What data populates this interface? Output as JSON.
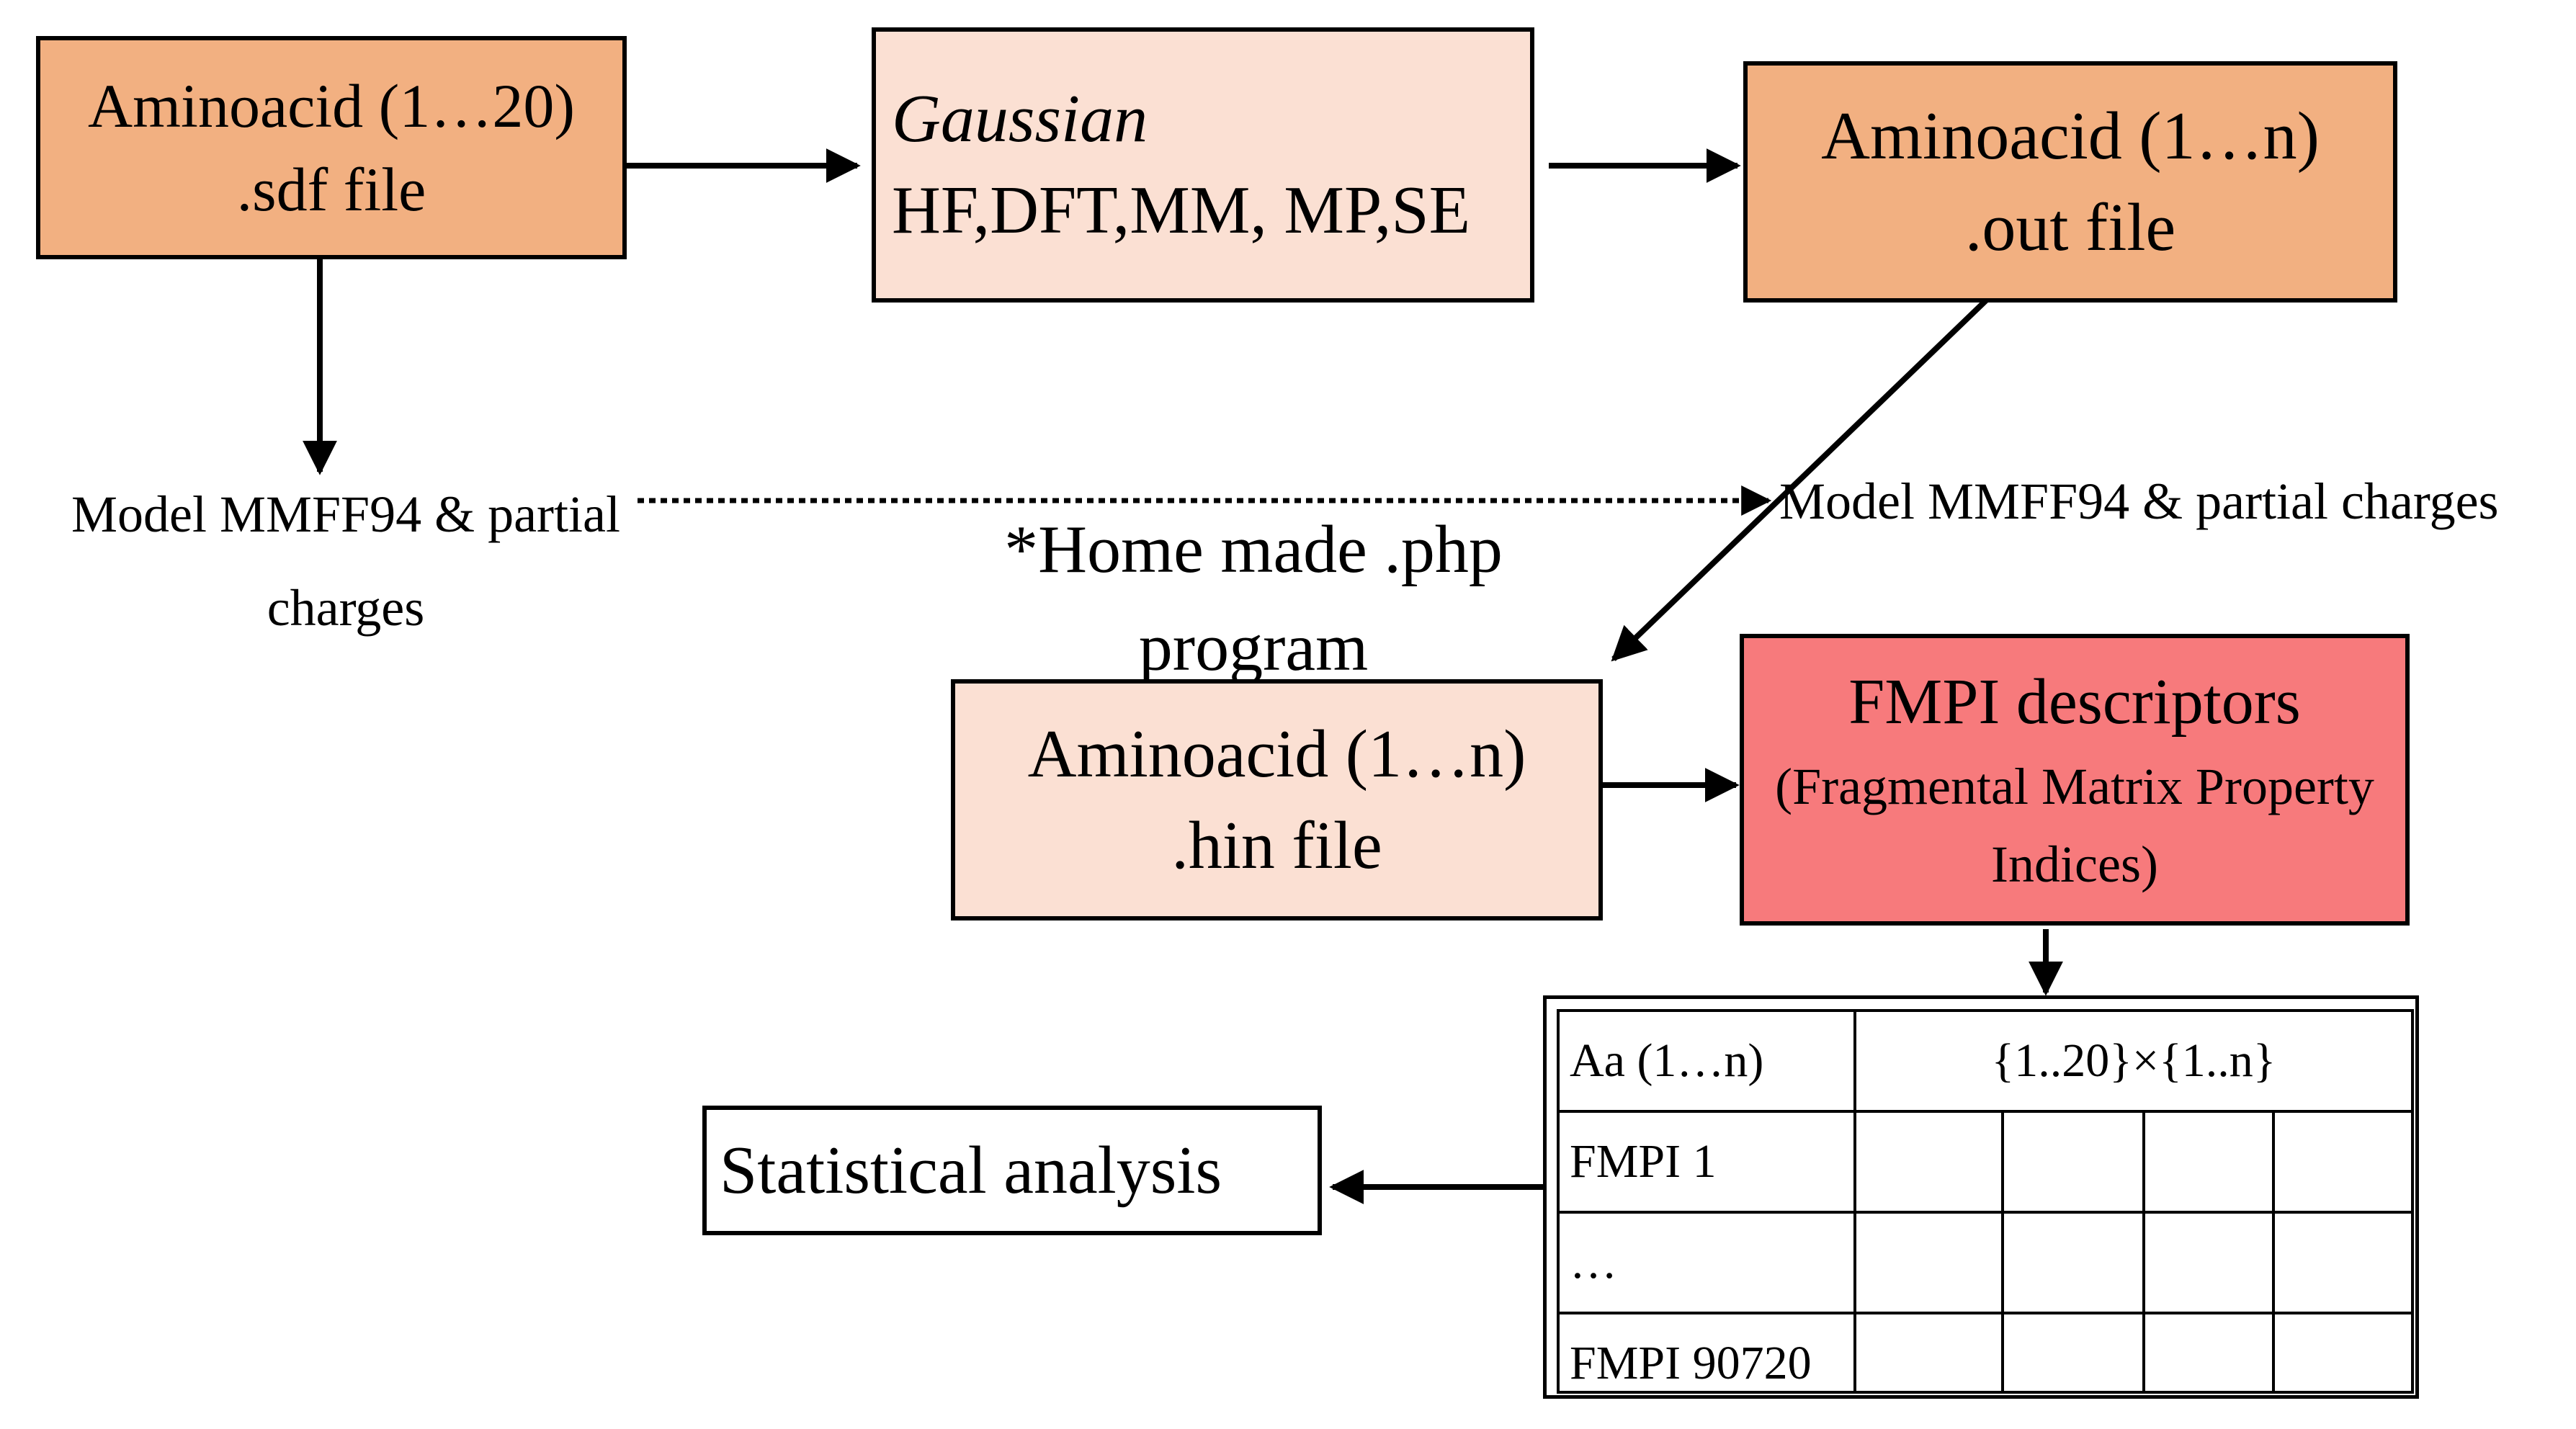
{
  "colors": {
    "input_box": "#f2b081",
    "method_box": "#fbe0d3",
    "output_box": "#f2b081",
    "hin_box": "#fbe0d3",
    "fmpi_box": "#f77a7c",
    "stats_box": "#ffffff"
  },
  "nodes": {
    "input": {
      "line1": "Aminoacid (1…20)",
      "line2": ".sdf file"
    },
    "method": {
      "line1": "Gaussian",
      "line2": "HF,DFT,MM, MP,SE"
    },
    "output": {
      "line1": "Aminoacid (1…n)",
      "line2": ".out file"
    },
    "hin": {
      "line1": "Aminoacid (1…n)",
      "line2": ".hin file"
    },
    "fmpi": {
      "line1": "FMPI descriptors",
      "line2": "(Fragmental Matrix Property",
      "line3": "Indices)"
    },
    "stats": {
      "label": "Statistical analysis"
    }
  },
  "labels": {
    "model_left_line1": "Model MMFF94 & partial",
    "model_left_line2": "charges",
    "model_right": "Model MMFF94 & partial charges",
    "php_line1": "*Home made .php",
    "php_line2": "program"
  },
  "table": {
    "header": [
      "Aa (1…n)",
      "{1..20}×{1..n}"
    ],
    "rows": [
      "FMPI 1",
      "…",
      "FMPI 90720"
    ]
  }
}
